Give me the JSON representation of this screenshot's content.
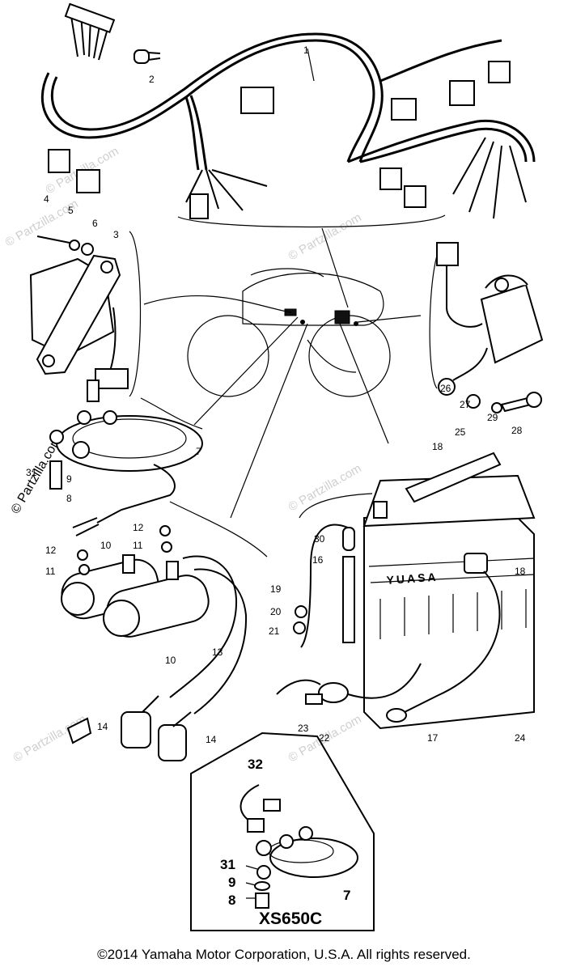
{
  "callouts": [
    {
      "id": "c1",
      "text": "1"
    },
    {
      "id": "c2",
      "text": "2"
    },
    {
      "id": "c3",
      "text": "3"
    },
    {
      "id": "c4",
      "text": "4"
    },
    {
      "id": "c5",
      "text": "5"
    },
    {
      "id": "c6",
      "text": "6"
    },
    {
      "id": "c7a",
      "text": "7"
    },
    {
      "id": "c31a",
      "text": "31"
    },
    {
      "id": "c9a",
      "text": "9"
    },
    {
      "id": "c8a",
      "text": "8"
    },
    {
      "id": "c12a",
      "text": "12"
    },
    {
      "id": "c11a",
      "text": "11"
    },
    {
      "id": "c12b",
      "text": "12"
    },
    {
      "id": "c11b",
      "text": "11"
    },
    {
      "id": "c10a",
      "text": "10"
    },
    {
      "id": "c10b",
      "text": "10"
    },
    {
      "id": "c13",
      "text": "13"
    },
    {
      "id": "c14a",
      "text": "14"
    },
    {
      "id": "c14b",
      "text": "14"
    },
    {
      "id": "c18a",
      "text": "18"
    },
    {
      "id": "c25",
      "text": "25"
    },
    {
      "id": "c30",
      "text": "30"
    },
    {
      "id": "c16",
      "text": "16"
    },
    {
      "id": "c19",
      "text": "19"
    },
    {
      "id": "c20",
      "text": "20"
    },
    {
      "id": "c21",
      "text": "21"
    },
    {
      "id": "c18b",
      "text": "18"
    },
    {
      "id": "c23",
      "text": "23"
    },
    {
      "id": "c22",
      "text": "22"
    },
    {
      "id": "c17",
      "text": "17"
    },
    {
      "id": "c24",
      "text": "24"
    },
    {
      "id": "c26",
      "text": "26"
    },
    {
      "id": "c27",
      "text": "27"
    },
    {
      "id": "c29",
      "text": "29"
    },
    {
      "id": "c28",
      "text": "28"
    }
  ],
  "inset": {
    "callouts": [
      {
        "id": "i32",
        "text": "32"
      },
      {
        "id": "i31",
        "text": "31"
      },
      {
        "id": "i9",
        "text": "9"
      },
      {
        "id": "i8",
        "text": "8"
      },
      {
        "id": "i7",
        "text": "7"
      }
    ],
    "model_label": "XS650C"
  },
  "battery_brand": "YUASA",
  "watermarks": {
    "site": "© Partzilla.com",
    "side": "© Partzilla.com"
  },
  "copyright": "©2014 Yamaha Motor Corporation, U.S.A. All rights reserved."
}
